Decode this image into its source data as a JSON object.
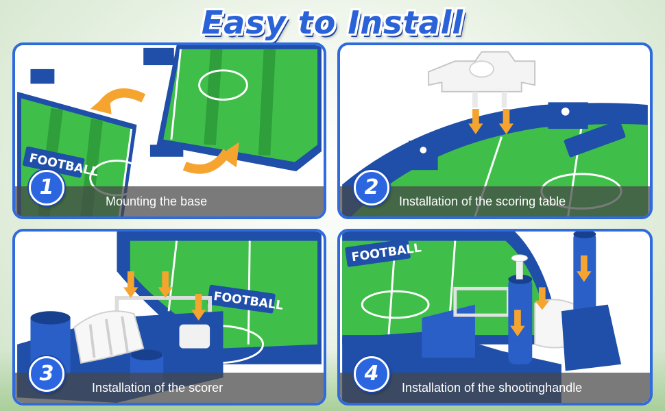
{
  "title": "Easy to Install",
  "colors": {
    "accent": "#2f6bdc",
    "field": "#3fbf4a",
    "table_blue": "#1f4fa8",
    "arrow": "#f5a430"
  },
  "steps": [
    {
      "number": "1",
      "caption": "Mounting the base"
    },
    {
      "number": "2",
      "caption": "Installation of the scoring table"
    },
    {
      "number": "3",
      "caption": "Installation of the scorer"
    },
    {
      "number": "4",
      "caption": "Installation of the shootinghandle"
    }
  ],
  "product_logo": "FOOTBALL"
}
